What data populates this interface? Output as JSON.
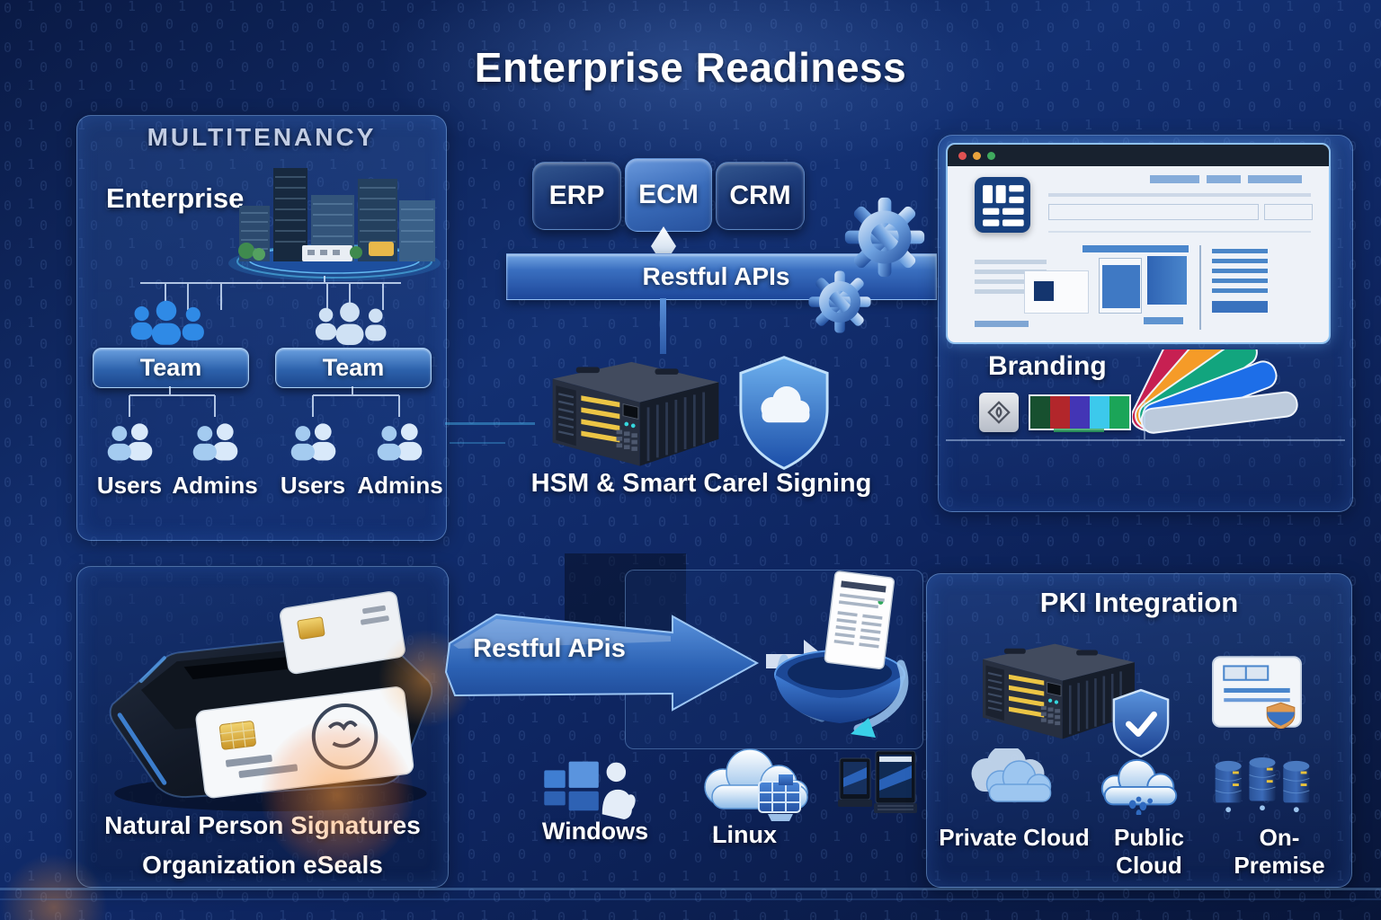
{
  "title": "Enterprise Readiness",
  "multitenancy": {
    "heading": "MULTITENANCY",
    "enterprise_label": "Enterprise",
    "teams": [
      "Team",
      "Team"
    ],
    "roles": [
      "Users",
      "Admins",
      "Users",
      "Admins"
    ]
  },
  "integration": {
    "systems": [
      "ERP",
      "ECM",
      "CRM"
    ],
    "api_bar_label": "Restful APIs",
    "hsm_label": "HSM & Smart Carel Signing"
  },
  "branding": {
    "heading": "Branding",
    "palette": [
      "#17502f",
      "#b2262b",
      "#4335b5",
      "#3cc9ec",
      "#1ba558"
    ],
    "fan_colors": [
      "#bccadc",
      "#c72052",
      "#f59b28",
      "#12a57e",
      "#1d6ee8"
    ]
  },
  "signatures": {
    "lines": [
      "Natural Person Signatures",
      "Organization eSeals"
    ]
  },
  "api_flow": {
    "arrow_label": "Restful APis",
    "platforms": [
      "Windows",
      "Linux"
    ]
  },
  "pki": {
    "heading": "PKI Integration",
    "deployments": [
      "Private Cloud",
      "Public Cloud",
      "On-Premise"
    ]
  },
  "colors": {
    "background_deep": "#081538",
    "background_mid": "#12306e",
    "panel_border": "#8ec1f0",
    "accent_blue": "#2e6fd0",
    "stripe_yellow": "#ecc545"
  },
  "icons": {
    "city": "city-skyline-icon",
    "team_group": "team-group-icon",
    "user_pair": "user-pair-icon",
    "gear": "gear-icon",
    "hsm_server": "hsm-server-icon",
    "cloud_shield": "cloud-shield-icon",
    "browser": "browser-window-icon",
    "palette": "palette-swatches-icon",
    "color_fan": "color-fan-icon",
    "card_reader": "card-reader-icon",
    "document_tray": "document-tray-icon",
    "windows": "windows-tiles-icon",
    "linux_cloud": "cloud-window-icon",
    "devices": "laptops-icon",
    "shield_check": "shield-check-icon",
    "certificate": "certificate-icon",
    "private_cloud": "private-cloud-icon",
    "public_cloud": "public-cloud-icon",
    "on_premise": "server-stack-icon"
  }
}
